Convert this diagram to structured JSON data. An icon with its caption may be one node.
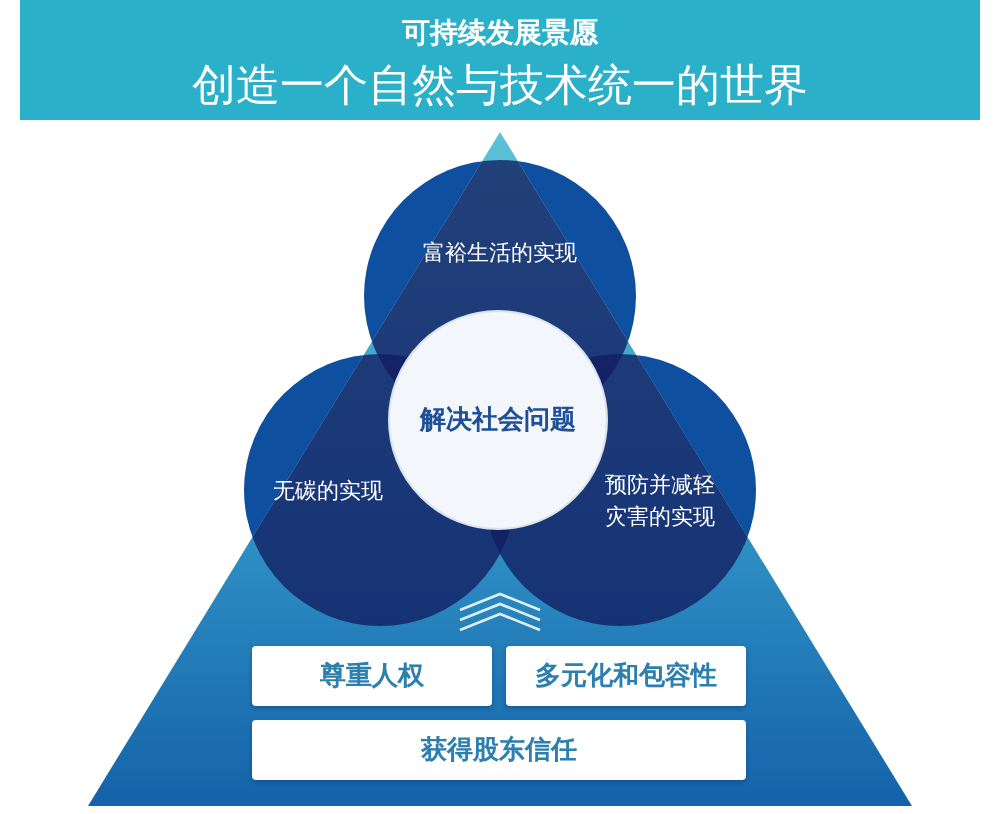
{
  "diagram": {
    "title": "可持续发展景愿",
    "nodes": [
      {
        "text": [
          "富裕生活的实现"
        ]
      },
      {
        "text": [
          "无碳的实现"
        ]
      },
      {
        "text": [
          "解决社会问题"
        ]
      },
      {
        "text": [
          "预防并减轻灾害的实现"
        ]
      },
      {
        "text": [
          "尊重人权"
        ]
      },
      {
        "text": [
          "多元化和包容性"
        ]
      },
      {
        "text": [
          "获得股东信任"
        ]
      }
    ],
    "labels": [
      "创造一个自然与技术统一的世界"
    ]
  }
}
